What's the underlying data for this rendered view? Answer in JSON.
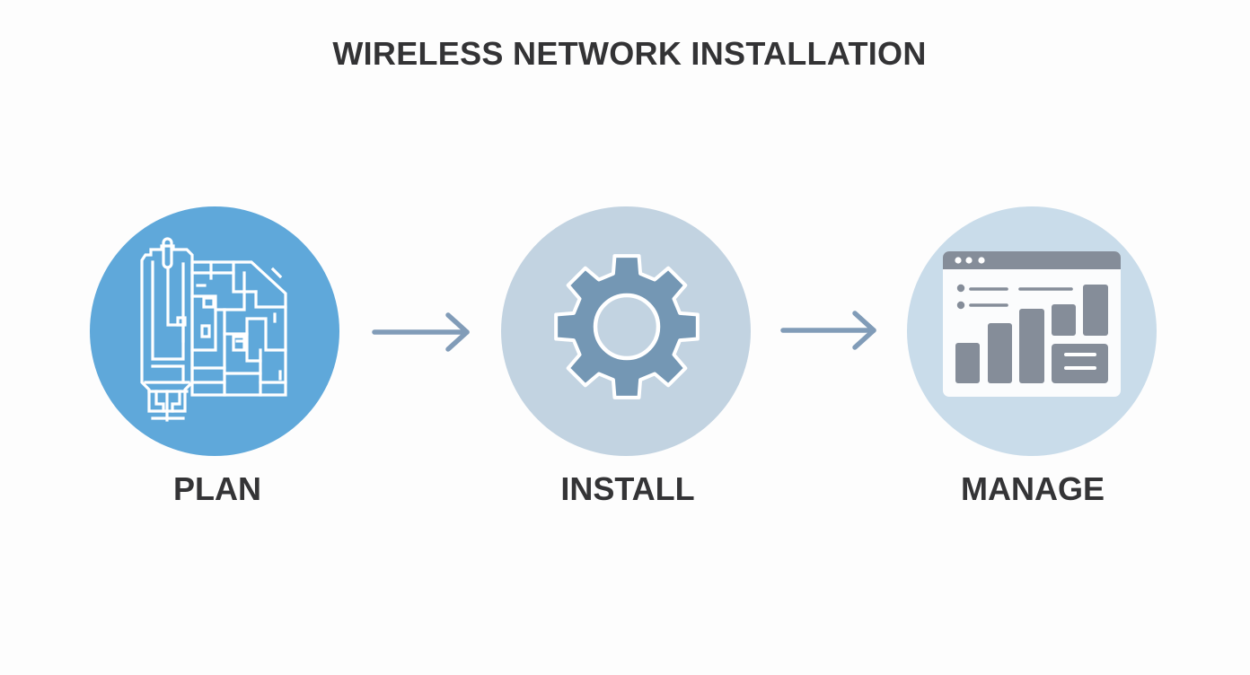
{
  "title": "WIRELESS NETWORK INSTALLATION",
  "colors": {
    "background": "#fdfdfd",
    "text": "#333335",
    "plan_circle": "#5fa8da",
    "install_circle": "#c2d3e1",
    "manage_circle": "#c9dcea",
    "gear_fill": "#7497b4",
    "dashboard_gray": "#858d99",
    "arrow": "#819cb8",
    "icon_outline": "#ffffff"
  },
  "steps": [
    {
      "id": "plan",
      "label": "PLAN",
      "icon": "floor-plan-blueprint-icon"
    },
    {
      "id": "install",
      "label": "INSTALL",
      "icon": "gear-icon"
    },
    {
      "id": "manage",
      "label": "MANAGE",
      "icon": "dashboard-bar-chart-icon"
    }
  ],
  "connectors": [
    {
      "from": "plan",
      "to": "install",
      "icon": "arrow-right-icon"
    },
    {
      "from": "install",
      "to": "manage",
      "icon": "arrow-right-icon"
    }
  ]
}
